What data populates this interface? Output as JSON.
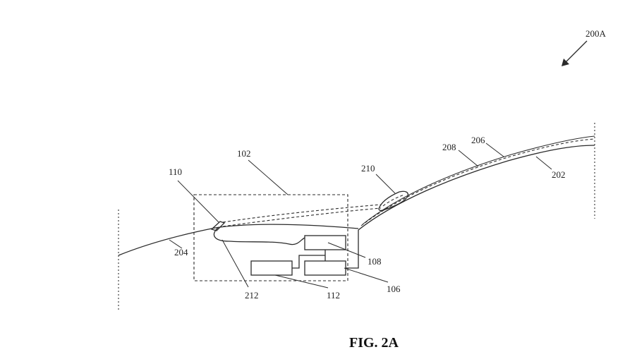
{
  "figure": {
    "caption": "FIG. 2A",
    "ref_200A": "200A",
    "ref_102": "102",
    "ref_110": "110",
    "ref_210": "210",
    "ref_208": "208",
    "ref_206": "206",
    "ref_202": "202",
    "ref_204": "204",
    "ref_108": "108",
    "ref_212": "212",
    "ref_112": "112",
    "ref_106": "106"
  }
}
